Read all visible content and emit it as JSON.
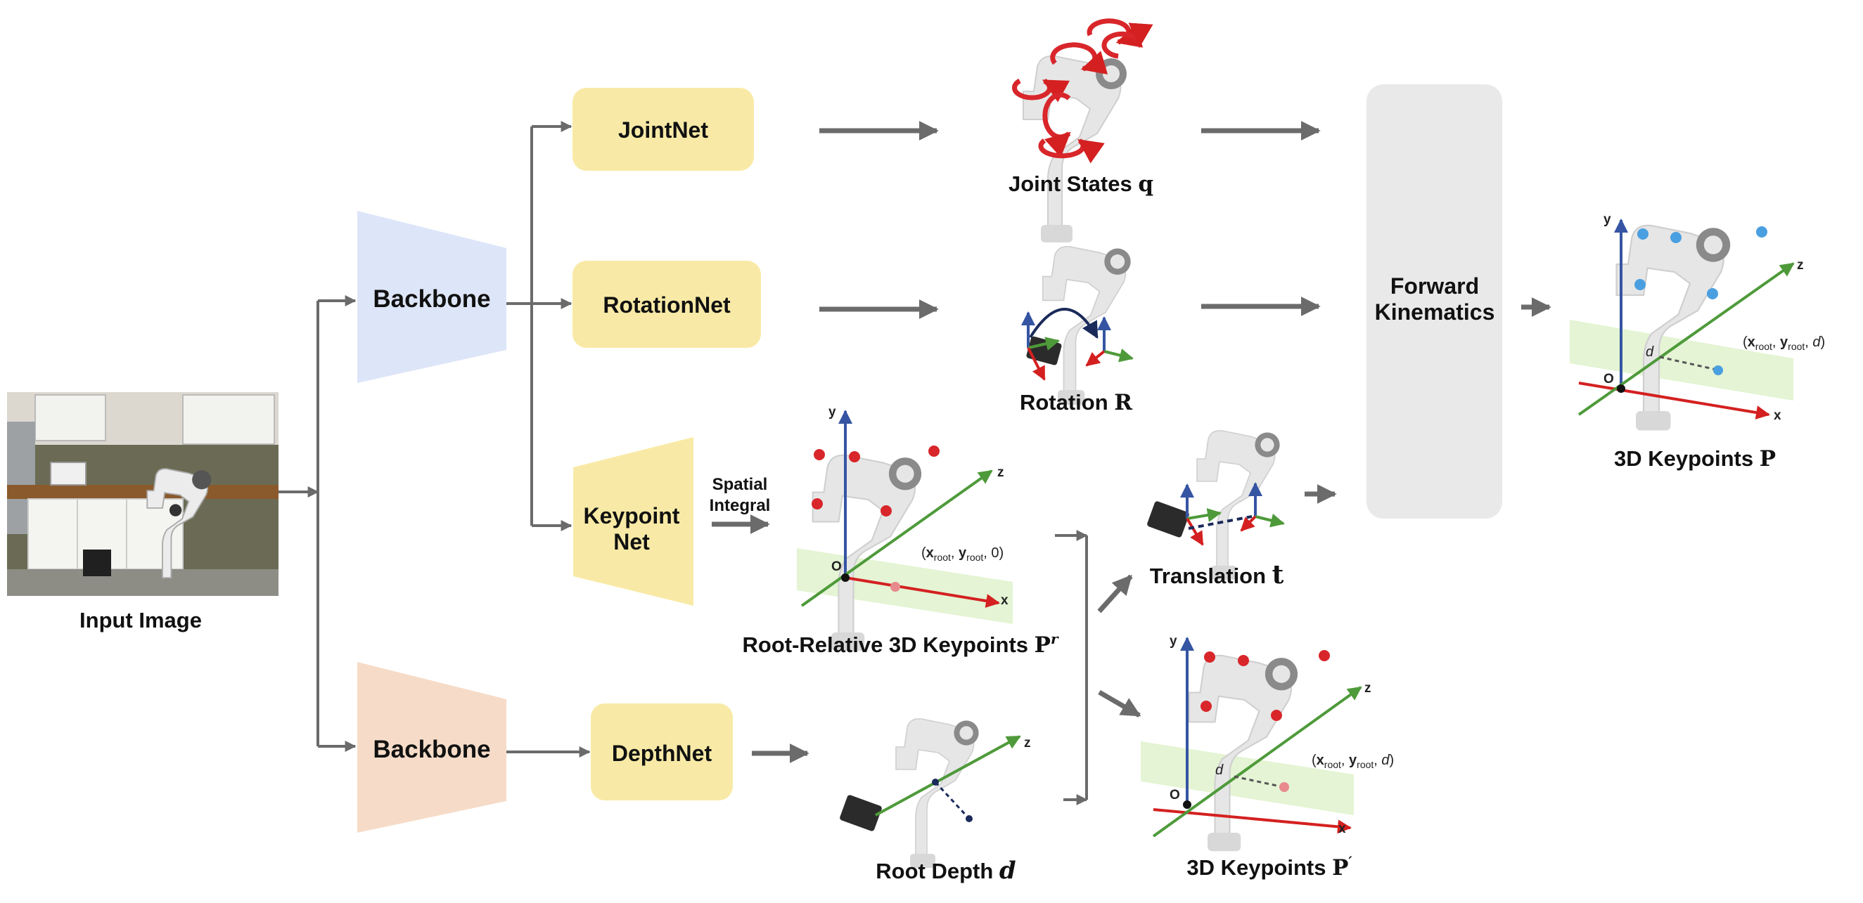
{
  "colors": {
    "arrow": "#6b6b6b",
    "backbone_top": "#dde6f8",
    "backbone_bottom": "#f6dcc8",
    "module_box": "#f8eaa6",
    "fk_box": "#e9e9e9",
    "kp_red": "#d8262b",
    "kp_blue": "#4a9fe0",
    "axis_x": "#d42020",
    "axis_y": "#3555a3",
    "axis_z": "#4e9a3a",
    "ground": "#e4f4d4"
  },
  "input": {
    "label": "Input Image"
  },
  "backbones": [
    {
      "label": "Backbone"
    },
    {
      "label": "Backbone"
    }
  ],
  "modules": {
    "joint": "JointNet",
    "rotation": "RotationNet",
    "keypoint_line1": "Keypoint",
    "keypoint_line2": "Net",
    "depth": "DepthNet"
  },
  "spatial_integral": {
    "line1": "Spatial",
    "line2": "Integral"
  },
  "outputs": {
    "joint_states": {
      "text": "Joint States ",
      "sym": "q"
    },
    "rotation": {
      "text": "Rotation ",
      "sym": "R"
    },
    "root_relative": {
      "text": "Root-Relative 3D Keypoints ",
      "sym": "P",
      "sup": "r"
    },
    "translation": {
      "text": "Translation ",
      "sym": "t"
    },
    "root_depth": {
      "text": "Root Depth ",
      "sym": "d"
    },
    "kp_prime": {
      "text": "3D Keypoints ",
      "sym": "P",
      "sup": "′"
    },
    "kp_final": {
      "text": "3D Keypoints ",
      "sym": "P"
    }
  },
  "fk": {
    "line1": "Forward",
    "line2": "Kinematics"
  },
  "axes": {
    "x": "x",
    "y": "y",
    "z": "z",
    "origin": "O"
  },
  "coords": {
    "rel_x": "x",
    "rel_y": "y",
    "rel_sub": "root",
    "rel_last": "0",
    "abs_last": "d",
    "depth_mark": "d"
  }
}
